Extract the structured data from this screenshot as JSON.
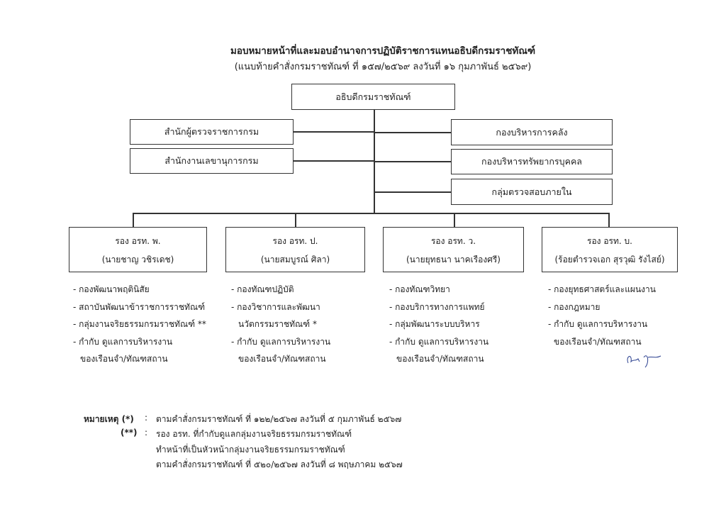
{
  "title": "มอบหมายหน้าที่และมอบอำนาจการปฏิบัติราชการแทนอธิบดีกรมราชทัณฑ์",
  "subtitle": "(แนบท้ายคำสั่งกรมราชทัณฑ์ ที่  ๑๕๗/๒๕๖๙  ลงวันที่ ๑๖ กุมภาพันธ์ ๒๕๖๙)",
  "top": "อธิบดีกรมราชทัณฑ์",
  "left_units": [
    "สำนักผู้ตรวจราชการกรม",
    "สำนักงานเลขานุการกรม"
  ],
  "right_units": [
    "กองบริหารการคลัง",
    "กองบริหารทรัพยากรบุคคล",
    "กลุ่มตรวจสอบภายใน"
  ],
  "deputies": [
    {
      "title": "รอง อรท. พ.",
      "name": "(นายชาญ  วชิรเดช)",
      "items": [
        "- กองพัฒนาพฤตินิสัย",
        "- สถาบันพัฒนาข้าราชการราชทัณฑ์",
        "- กลุ่มงานจริยธรรมกรมราชทัณฑ์ **",
        "- กำกับ ดูแลการบริหารงาน",
        "  ของเรือนจำ/ทัณฑสถาน"
      ]
    },
    {
      "title": "รอง อรท. ป.",
      "name": "(นายสมบูรณ์  ศิลา)",
      "items": [
        "- กองทัณฑปฏิบัติ",
        "- กองวิชาการและพัฒนา",
        "  นวัตกรรมราชทัณฑ์ *",
        "- กำกับ ดูแลการบริหารงาน",
        "  ของเรือนจำ/ทัณฑสถาน"
      ]
    },
    {
      "title": "รอง อรท. ว.",
      "name": "(นายยุทธนา นาคเรืองศรี)",
      "items": [
        "- กองทัณฑวิทยา",
        "- กองบริการทางการแพทย์",
        "- กลุ่มพัฒนาระบบบริหาร",
        "- กำกับ ดูแลการบริหารงาน",
        "  ของเรือนจำ/ทัณฑสถาน"
      ]
    },
    {
      "title": "รอง อรท. บ.",
      "name": "(ร้อยตำรวจเอก สุรวุฒิ รังไสย์)",
      "items": [
        "- กองยุทธศาสตร์และแผนงาน",
        "- กองกฎหมาย",
        "- กำกับ ดูแลการบริหารงาน",
        "  ของเรือนจำ/ทัณฑสถาน"
      ]
    }
  ],
  "notes": {
    "label": "หมายเหตุ (*)",
    "label2": "(**)",
    "colon": ":",
    "note1": "ตามคำสั่งกรมราชทัณฑ์ ที่  ๑๒๒/๒๕๖๗ ลงวันที่  ๕ กุมภาพันธ์  ๒๕๖๗",
    "note2": [
      "รอง อรท. ที่กำกับดูแลกลุ่มงานจริยธรรมกรมราชทัณฑ์",
      "ทำหน้าที่เป็นหัวหน้ากลุ่มงานจริยธรรมกรมราชทัณฑ์",
      "ตามคำสั่งกรมราชทัณฑ์ ที่  ๕๒๐/๒๕๖๗ ลงวันที่ ๘ พฤษภาคม  ๒๕๖๗"
    ]
  }
}
